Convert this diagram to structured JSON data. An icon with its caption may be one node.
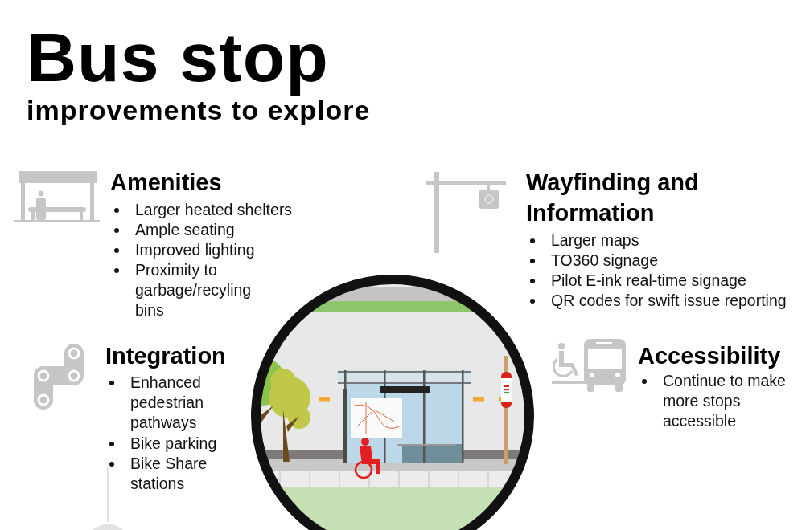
{
  "diagram": {
    "title": "Bus stop",
    "labels": [
      "improvements to explore",
      "Amenities",
      "Larger heated shelters",
      "Ample seating",
      "Improved lighting",
      "Proximity to garbage/recyling bins",
      "Wayfinding and Information",
      "Larger maps",
      "TO360 signage",
      "Pilot E-ink real-time signage",
      "QR codes for swift issue reporting",
      "Integration",
      "Enhanced pedestrian pathways",
      "Bike parking",
      "Bike Share stations",
      "Accessibility",
      "Continue to make more stops accessible"
    ]
  }
}
